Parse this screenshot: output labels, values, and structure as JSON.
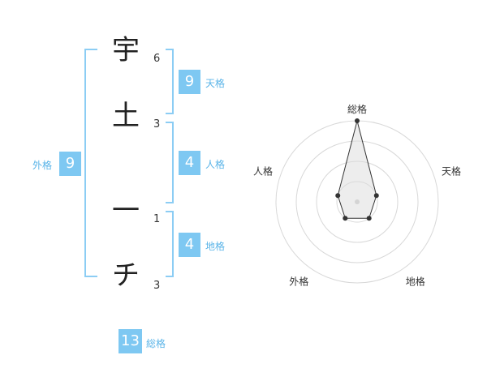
{
  "name_chars": [
    {
      "char": "宇",
      "strokes": "6"
    },
    {
      "char": "土",
      "strokes": "3"
    },
    {
      "char": "一",
      "strokes": "1"
    },
    {
      "char": "チ",
      "strokes": "3"
    }
  ],
  "fortunes": {
    "tenkaku": {
      "value": "9",
      "label": "天格"
    },
    "jinkaku": {
      "value": "4",
      "label": "人格"
    },
    "chikaku": {
      "value": "4",
      "label": "地格"
    },
    "gaikaku": {
      "value": "9",
      "label": "外格"
    },
    "soukaku": {
      "value": "13",
      "label": "総格"
    }
  },
  "colors": {
    "badge": "#7ec8f2",
    "bracket": "#8ccdf4",
    "label": "#5ab4e8"
  },
  "chart_data": {
    "type": "radar",
    "axes": [
      "総格",
      "天格",
      "地格",
      "外格",
      "人格"
    ],
    "values": [
      4,
      1,
      1,
      1,
      1
    ],
    "max": 4,
    "rings": 4
  }
}
